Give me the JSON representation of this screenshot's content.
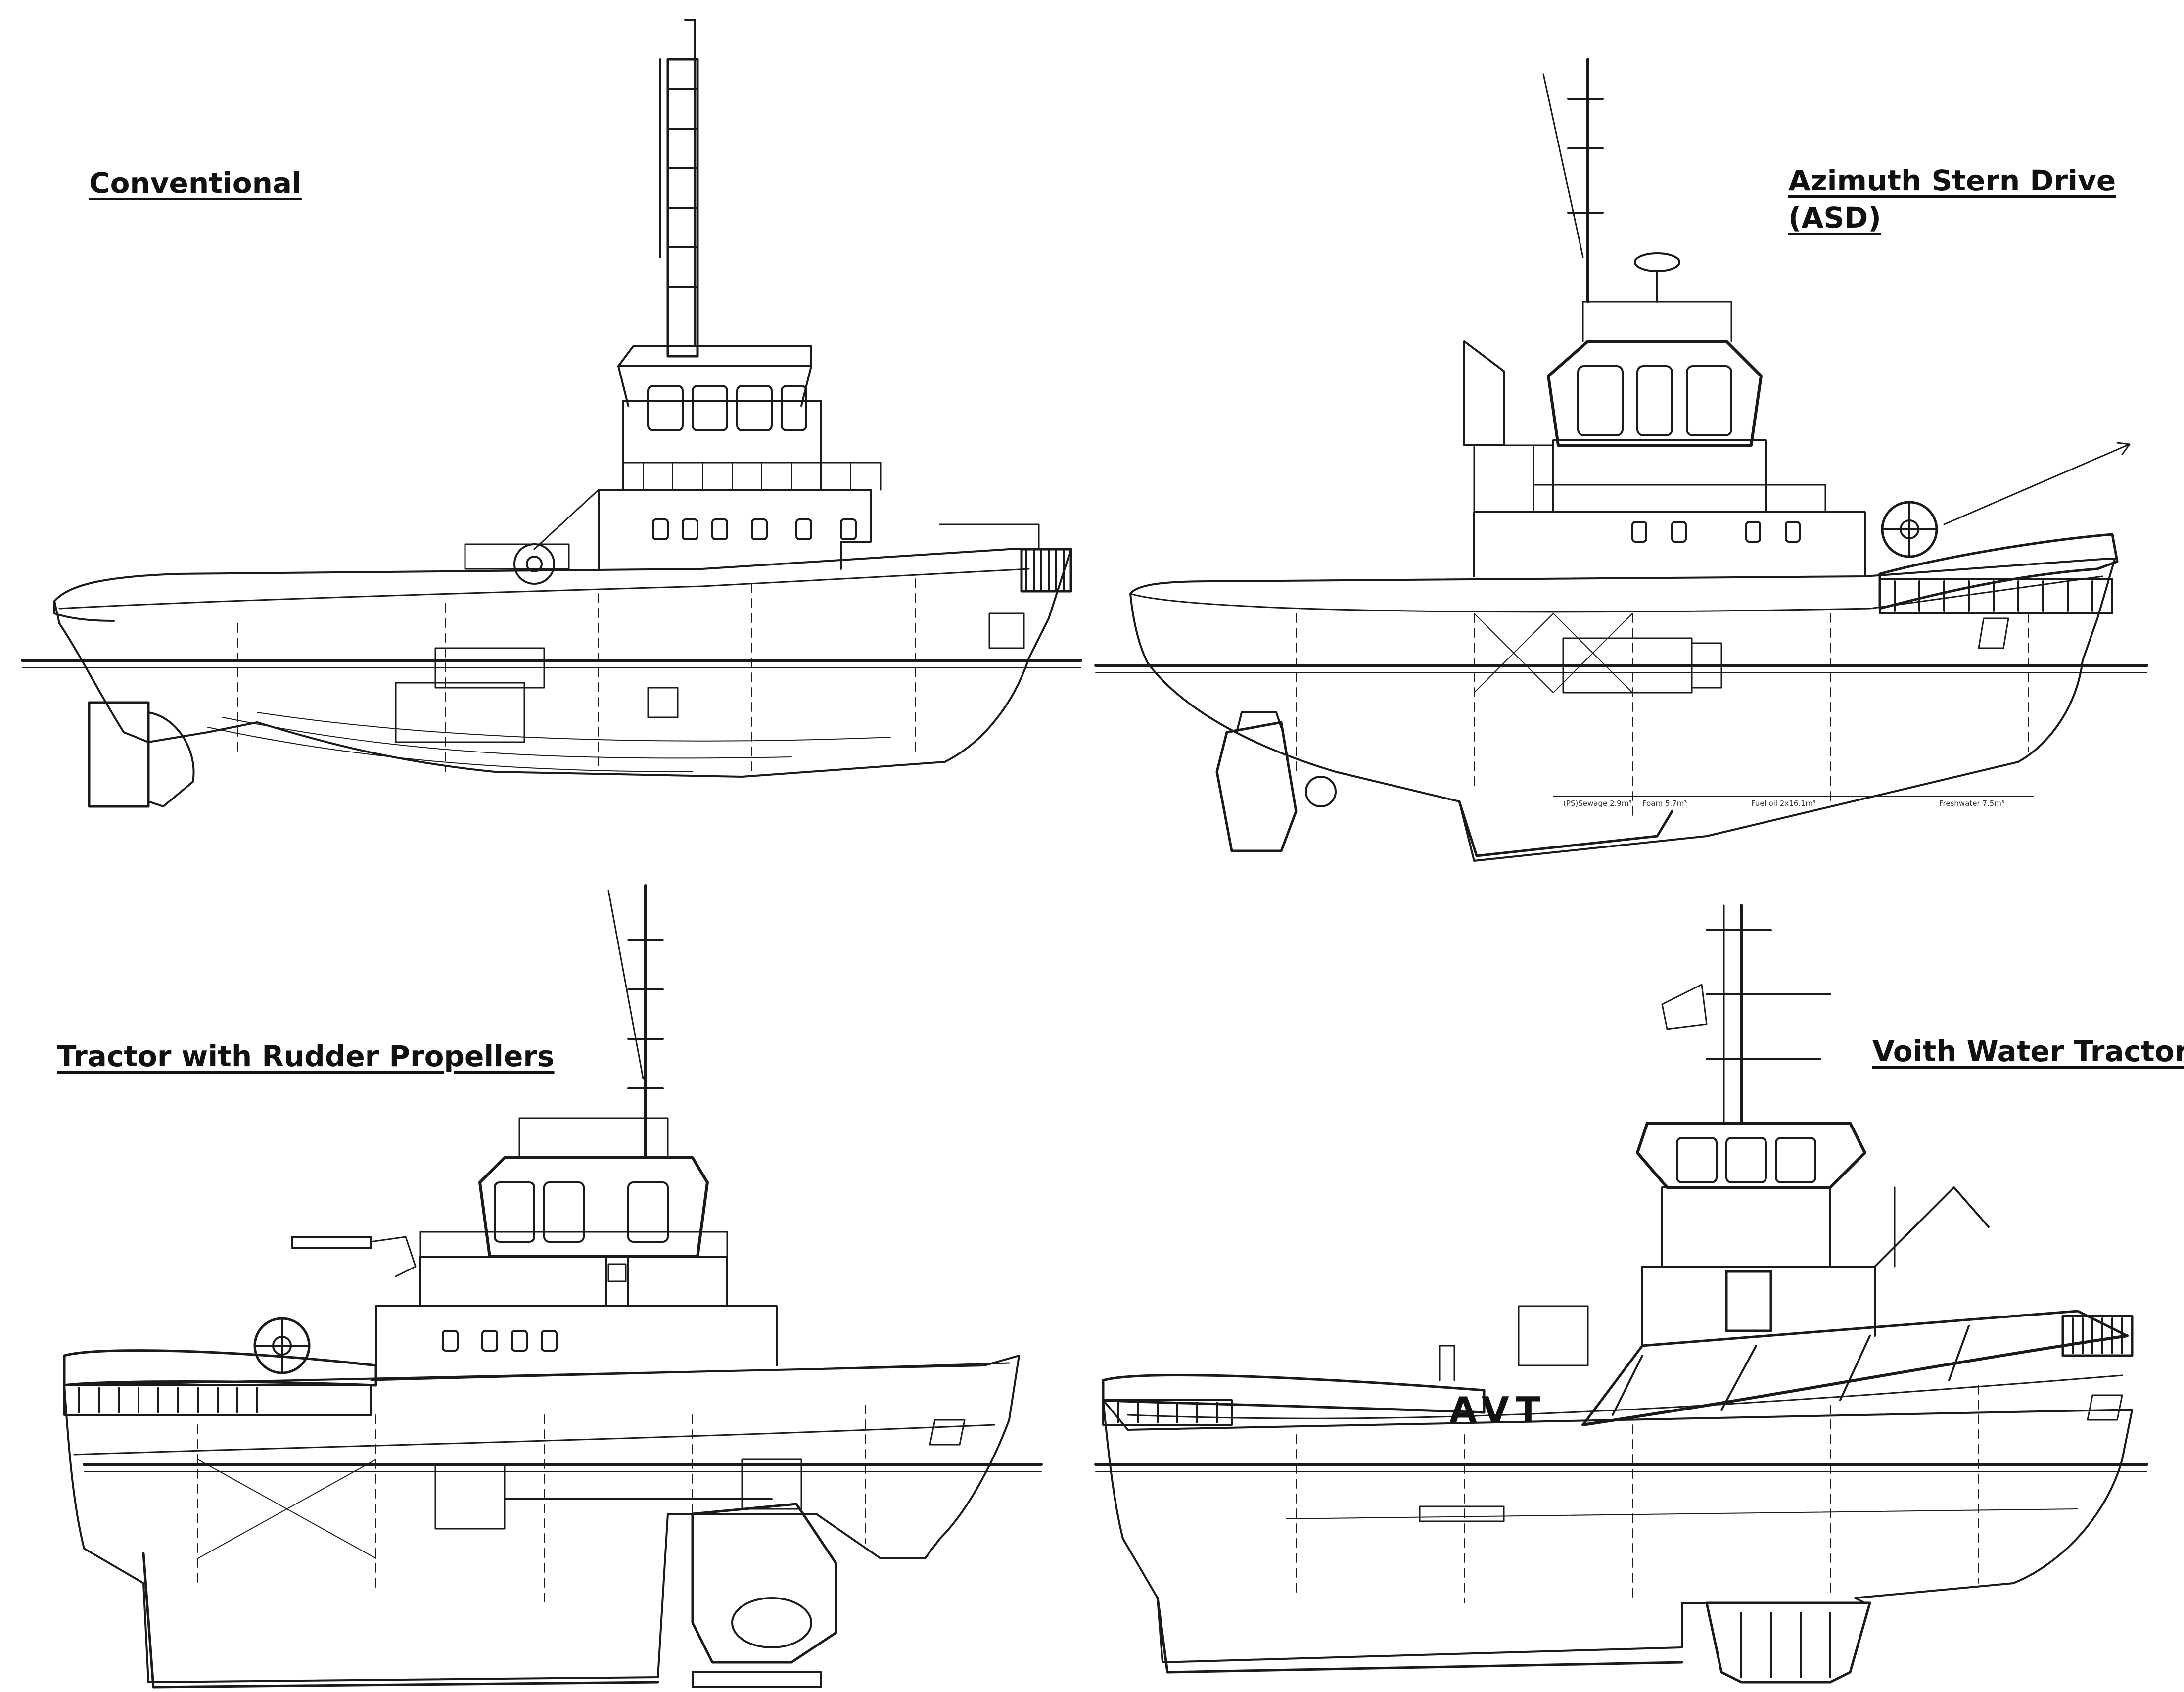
{
  "labels": {
    "conventional": "Conventional",
    "asd_line1": "Azimuth Stern Drive",
    "asd_line2": "(ASD)",
    "tractor_rudder": "Tractor with Rudder Propellers",
    "voith": "Voith Water Tractor"
  },
  "markings": {
    "avt": "AVT"
  },
  "asd_tanks": {
    "sewage": "(PS)Sewage 2.9m³",
    "foam": "Foam 5.7m³",
    "fuel": "Fuel oil 2x16.1m³",
    "freshwater": "Freshwater 7.5m³"
  },
  "colors": {
    "line": "#1a1a1a",
    "background": "#ffffff"
  }
}
